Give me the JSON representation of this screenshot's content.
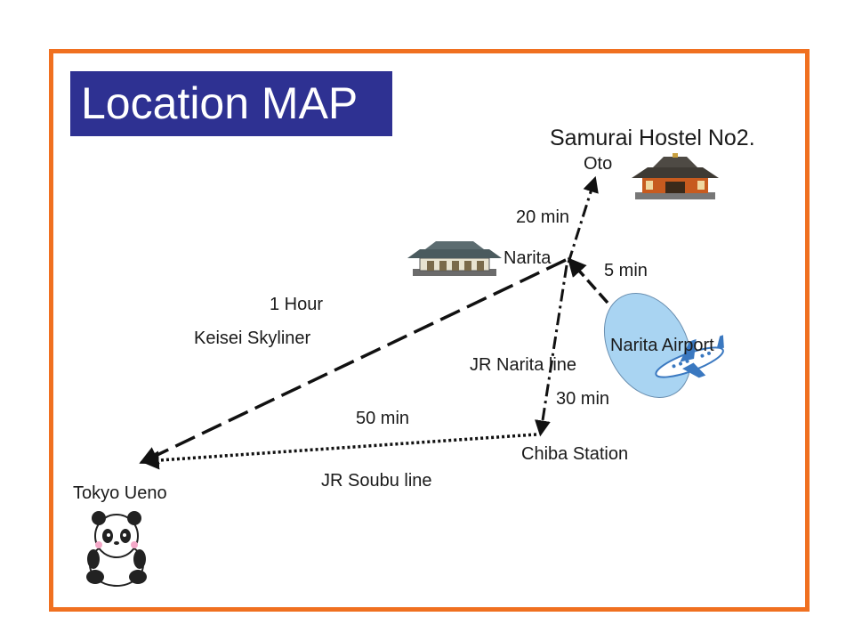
{
  "title": "Location MAP",
  "colors": {
    "frame": "#f07020",
    "title_bg": "#2e3192",
    "title_text": "#ffffff",
    "route": "#111111",
    "airport": "#a9d4f2"
  },
  "places": {
    "hostel": "Samurai Hostel No2.",
    "oto": "Oto",
    "narita": "Narita",
    "narita_airport": "Narita Airport",
    "chiba_station": "Chiba Station",
    "tokyo_ueno": "Tokyo Ueno"
  },
  "routes": {
    "narita_to_oto_time": "20 min",
    "airport_to_narita_time": "5 min",
    "skyliner_time": "1 Hour",
    "skyliner_name": "Keisei Skyliner",
    "jr_narita_name": "JR Narita line",
    "jr_narita_time": "30 min",
    "soubu_time": "50 min",
    "soubu_name": "JR Soubu line"
  },
  "icons": [
    "temple-icon",
    "shrine-icon",
    "airplane-icon",
    "panda-icon"
  ]
}
